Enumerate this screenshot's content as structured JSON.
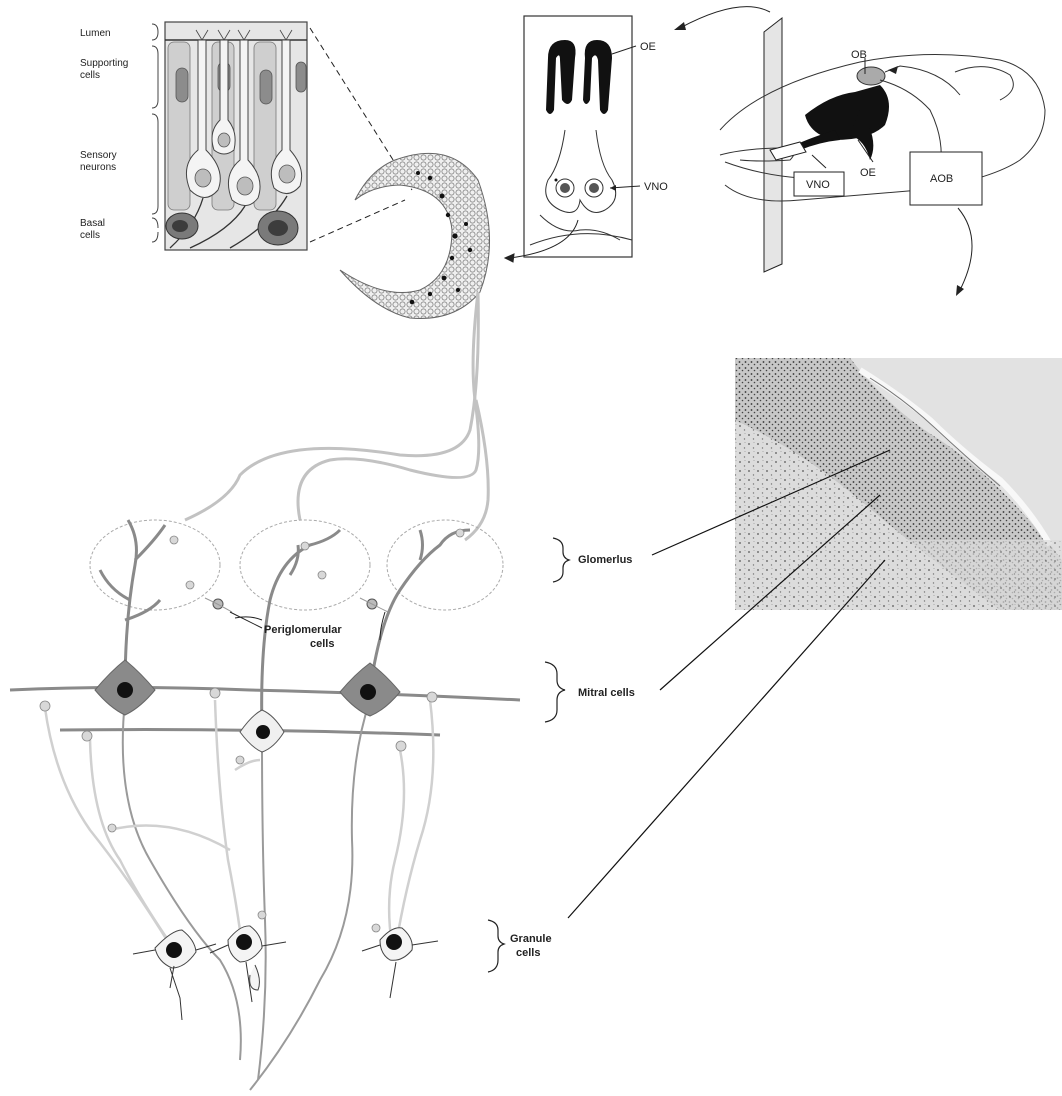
{
  "epithelium_labels": {
    "lumen": "Lumen",
    "supporting_1": "Supporting",
    "supporting_2": "cells",
    "sensory_1": "Sensory",
    "sensory_2": "neurons",
    "basal_1": "Basal",
    "basal_2": "cells"
  },
  "nasal_section_labels": {
    "oe": "OE",
    "vno": "VNO"
  },
  "head_labels": {
    "ob": "OB",
    "oe": "OE",
    "vno_box": "VNO",
    "aob_box": "AOB"
  },
  "bulb_labels": {
    "glomerulus": "Glomerlus",
    "periglomerular_1": "Periglomerular",
    "periglomerular_2": "cells",
    "mitral": "Mitral cells",
    "granule_1": "Granule",
    "granule_2": "cells"
  },
  "colors": {
    "ink": "#222222",
    "grey_cell": "#8a8a8a",
    "light_cell": "#d4d4d4",
    "fiber": "#bdbdbd",
    "dark_tissue": "#111111"
  }
}
